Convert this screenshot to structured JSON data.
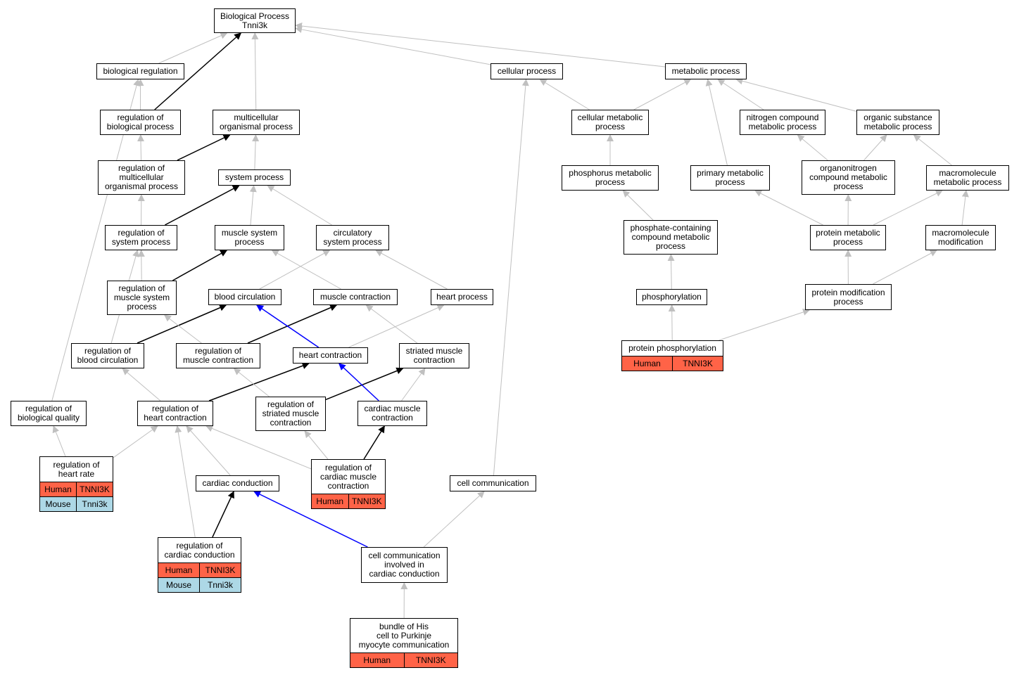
{
  "nodes": {
    "bp": "Biological Process\nTnni3k",
    "bioreg": "biological regulation",
    "cellproc": "cellular process",
    "metproc": "metabolic process",
    "regbio": "regulation of\nbiological process",
    "multi": "multicellular\norganismal process",
    "cellmet": "cellular metabolic\nprocess",
    "nitro": "nitrogen compound\nmetabolic process",
    "organic": "organic substance\nmetabolic process",
    "regmulti": "regulation of\nmulticellular\norganismal process",
    "sysproc": "system process",
    "phosmet": "phosphorus metabolic\nprocess",
    "primary": "primary metabolic\nprocess",
    "organo": "organonitrogen\ncompound metabolic\nprocess",
    "macromet": "macromolecule\nmetabolic process",
    "regsys": "regulation of\nsystem process",
    "muscsys": "muscle system\nprocess",
    "circ": "circulatory\nsystem process",
    "phoscont": "phosphate-containing\ncompound metabolic\nprocess",
    "protmet": "protein metabolic\nprocess",
    "macromod": "macromolecule\nmodification",
    "regmuscsys": "regulation of\nmuscle system\nprocess",
    "bloodcirc": "blood circulation",
    "musccont": "muscle contraction",
    "heartproc": "heart process",
    "phosph": "phosphorylation",
    "protmod": "protein modification\nprocess",
    "regblood": "regulation of\nblood circulation",
    "regmusccont": "regulation of\nmuscle contraction",
    "heartcont": "heart contraction",
    "striated": "striated muscle\ncontraction",
    "protphos": "protein phosphorylation",
    "regbioqual": "regulation of\nbiological quality",
    "regheartcont": "regulation of\nheart contraction",
    "regstriated": "regulation of\nstriated muscle\ncontraction",
    "cardmusc": "cardiac muscle\ncontraction",
    "regheartrate": "regulation of\nheart rate",
    "cardcond": "cardiac conduction",
    "regcardmusc": "regulation of\ncardiac muscle\ncontraction",
    "cellcomm": "cell communication",
    "regcardcond": "regulation of\ncardiac conduction",
    "cellcommcard": "cell communication\ninvolved in\ncardiac conduction",
    "bundle": "bundle of His\ncell to Purkinje\nmyocyte communication"
  },
  "annotations": {
    "protphos": [
      {
        "species": "Human",
        "gene": "TNNI3K"
      }
    ],
    "regheartrate": [
      {
        "species": "Human",
        "gene": "TNNI3K"
      },
      {
        "species": "Mouse",
        "gene": "Tnni3k"
      }
    ],
    "regcardmusc": [
      {
        "species": "Human",
        "gene": "TNNI3K"
      }
    ],
    "regcardcond": [
      {
        "species": "Human",
        "gene": "TNNI3K"
      },
      {
        "species": "Mouse",
        "gene": "Tnni3k"
      }
    ],
    "bundle": [
      {
        "species": "Human",
        "gene": "TNNI3K"
      }
    ]
  },
  "colors": {
    "human": "#ff6347",
    "mouse": "#add8e6",
    "edge_gray": "#c0c0c0",
    "edge_black": "#000000",
    "edge_blue": "#0000ff"
  },
  "edges": [
    {
      "from": "bioreg",
      "to": "bp",
      "color": "gray"
    },
    {
      "from": "cellproc",
      "to": "bp",
      "color": "gray"
    },
    {
      "from": "metproc",
      "to": "bp",
      "color": "gray"
    },
    {
      "from": "regbio",
      "to": "bioreg",
      "color": "gray"
    },
    {
      "from": "regbio",
      "to": "bp",
      "color": "black"
    },
    {
      "from": "multi",
      "to": "bp",
      "color": "gray"
    },
    {
      "from": "cellmet",
      "to": "cellproc",
      "color": "gray"
    },
    {
      "from": "cellmet",
      "to": "metproc",
      "color": "gray"
    },
    {
      "from": "nitro",
      "to": "metproc",
      "color": "gray"
    },
    {
      "from": "organic",
      "to": "metproc",
      "color": "gray"
    },
    {
      "from": "regmulti",
      "to": "regbio",
      "color": "gray"
    },
    {
      "from": "regmulti",
      "to": "multi",
      "color": "black"
    },
    {
      "from": "sysproc",
      "to": "multi",
      "color": "gray"
    },
    {
      "from": "phosmet",
      "to": "cellmet",
      "color": "gray"
    },
    {
      "from": "primary",
      "to": "metproc",
      "color": "gray"
    },
    {
      "from": "organo",
      "to": "nitro",
      "color": "gray"
    },
    {
      "from": "organo",
      "to": "organic",
      "color": "gray"
    },
    {
      "from": "macromet",
      "to": "organic",
      "color": "gray"
    },
    {
      "from": "regsys",
      "to": "regmulti",
      "color": "gray"
    },
    {
      "from": "regsys",
      "to": "sysproc",
      "color": "black"
    },
    {
      "from": "muscsys",
      "to": "sysproc",
      "color": "gray"
    },
    {
      "from": "circ",
      "to": "sysproc",
      "color": "gray"
    },
    {
      "from": "phoscont",
      "to": "phosmet",
      "color": "gray"
    },
    {
      "from": "protmet",
      "to": "primary",
      "color": "gray"
    },
    {
      "from": "protmet",
      "to": "organo",
      "color": "gray"
    },
    {
      "from": "protmet",
      "to": "macromet",
      "color": "gray"
    },
    {
      "from": "macromod",
      "to": "macromet",
      "color": "gray"
    },
    {
      "from": "regmuscsys",
      "to": "regsys",
      "color": "gray"
    },
    {
      "from": "regmuscsys",
      "to": "muscsys",
      "color": "black"
    },
    {
      "from": "bloodcirc",
      "to": "circ",
      "color": "gray"
    },
    {
      "from": "musccont",
      "to": "muscsys",
      "color": "gray"
    },
    {
      "from": "heartproc",
      "to": "circ",
      "color": "gray"
    },
    {
      "from": "phosph",
      "to": "phoscont",
      "color": "gray"
    },
    {
      "from": "protmod",
      "to": "protmet",
      "color": "gray"
    },
    {
      "from": "protmod",
      "to": "macromod",
      "color": "gray"
    },
    {
      "from": "regblood",
      "to": "regsys",
      "color": "gray"
    },
    {
      "from": "regblood",
      "to": "bloodcirc",
      "color": "black"
    },
    {
      "from": "regmusccont",
      "to": "regmuscsys",
      "color": "gray"
    },
    {
      "from": "regmusccont",
      "to": "musccont",
      "color": "black"
    },
    {
      "from": "heartcont",
      "to": "bloodcirc",
      "color": "blue"
    },
    {
      "from": "heartcont",
      "to": "heartproc",
      "color": "gray"
    },
    {
      "from": "striated",
      "to": "musccont",
      "color": "gray"
    },
    {
      "from": "protphos",
      "to": "phosph",
      "color": "gray"
    },
    {
      "from": "protphos",
      "to": "protmod",
      "color": "gray"
    },
    {
      "from": "regbioqual",
      "to": "bioreg",
      "color": "gray"
    },
    {
      "from": "regheartcont",
      "to": "regblood",
      "color": "gray"
    },
    {
      "from": "regheartcont",
      "to": "heartcont",
      "color": "black"
    },
    {
      "from": "regstriated",
      "to": "regmusccont",
      "color": "gray"
    },
    {
      "from": "regstriated",
      "to": "striated",
      "color": "black"
    },
    {
      "from": "cardmusc",
      "to": "heartcont",
      "color": "blue"
    },
    {
      "from": "cardmusc",
      "to": "striated",
      "color": "gray"
    },
    {
      "from": "regheartrate",
      "to": "regbioqual",
      "color": "gray"
    },
    {
      "from": "regheartrate",
      "to": "regheartcont",
      "color": "gray"
    },
    {
      "from": "cardcond",
      "to": "regheartcont",
      "color": "gray"
    },
    {
      "from": "regcardmusc",
      "to": "regheartcont",
      "color": "gray"
    },
    {
      "from": "regcardmusc",
      "to": "regstriated",
      "color": "gray"
    },
    {
      "from": "regcardmusc",
      "to": "cardmusc",
      "color": "black"
    },
    {
      "from": "cellcomm",
      "to": "cellproc",
      "color": "gray"
    },
    {
      "from": "regcardcond",
      "to": "regheartcont",
      "color": "gray"
    },
    {
      "from": "regcardcond",
      "to": "cardcond",
      "color": "black"
    },
    {
      "from": "cellcommcard",
      "to": "cardcond",
      "color": "blue"
    },
    {
      "from": "cellcommcard",
      "to": "cellcomm",
      "color": "gray"
    },
    {
      "from": "bundle",
      "to": "cellcommcard",
      "color": "gray"
    }
  ]
}
